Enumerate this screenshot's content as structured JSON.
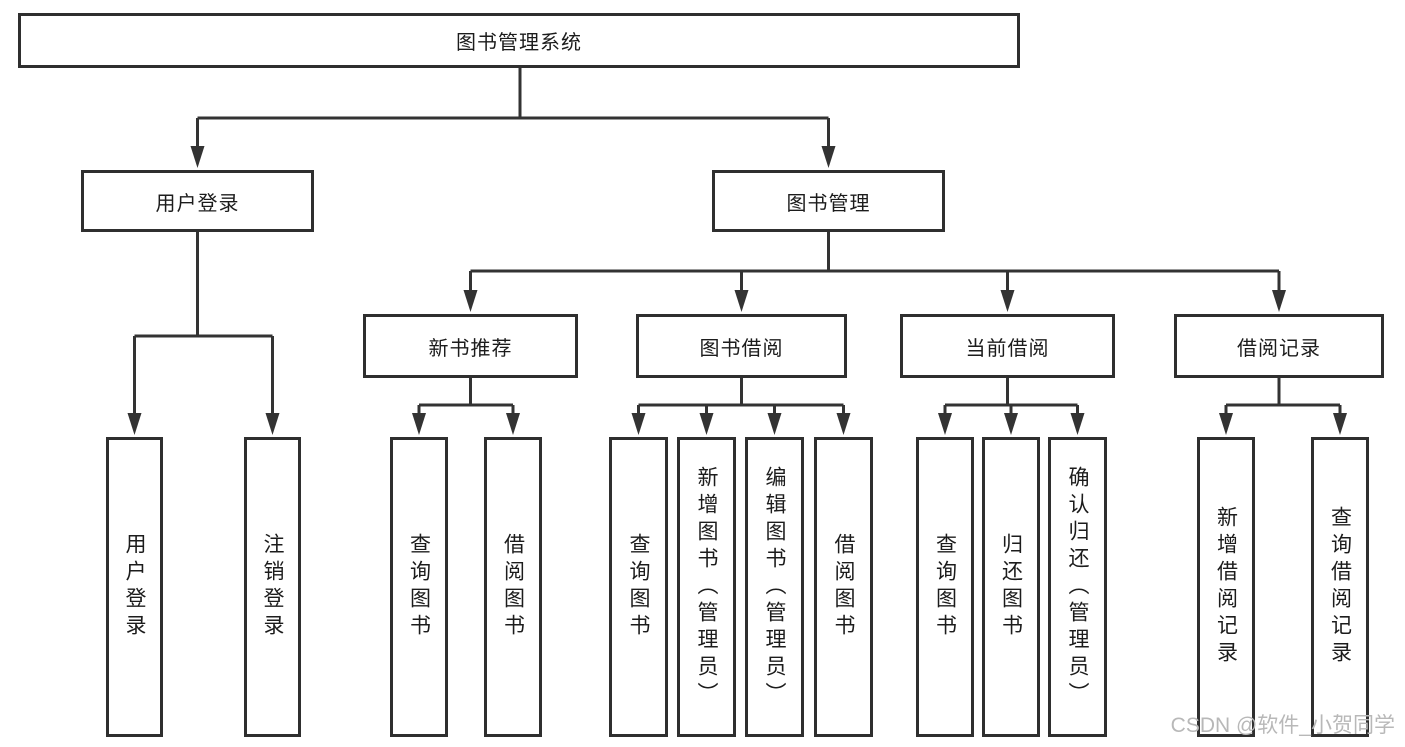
{
  "tree": {
    "root": {
      "label": "图书管理系统"
    },
    "branches": [
      {
        "label": "用户登录",
        "children": [
          {
            "label": "用户登录"
          },
          {
            "label": "注销登录"
          }
        ]
      },
      {
        "label": "图书管理",
        "children": [
          {
            "label": "新书推荐",
            "children": [
              {
                "label": "查询图书"
              },
              {
                "label": "借阅图书"
              }
            ]
          },
          {
            "label": "图书借阅",
            "children": [
              {
                "label": "查询图书"
              },
              {
                "label": "新增图书（管理员）"
              },
              {
                "label": "编辑图书（管理员）"
              },
              {
                "label": "借阅图书"
              }
            ]
          },
          {
            "label": "当前借阅",
            "children": [
              {
                "label": "查询图书"
              },
              {
                "label": "归还图书"
              },
              {
                "label": "确认归还（管理员）"
              }
            ]
          },
          {
            "label": "借阅记录",
            "children": [
              {
                "label": "新增借阅记录"
              },
              {
                "label": "查询借阅记录"
              }
            ]
          }
        ]
      }
    ]
  },
  "watermark": {
    "text": "CSDN @软件_小贺同学"
  },
  "colors": {
    "line": "#333333",
    "box-border": "#2f2f2f",
    "box-fill": "#ffffff",
    "text": "#1c1c1c",
    "watermark": "#b8b8b8",
    "background": "#ffffff"
  }
}
